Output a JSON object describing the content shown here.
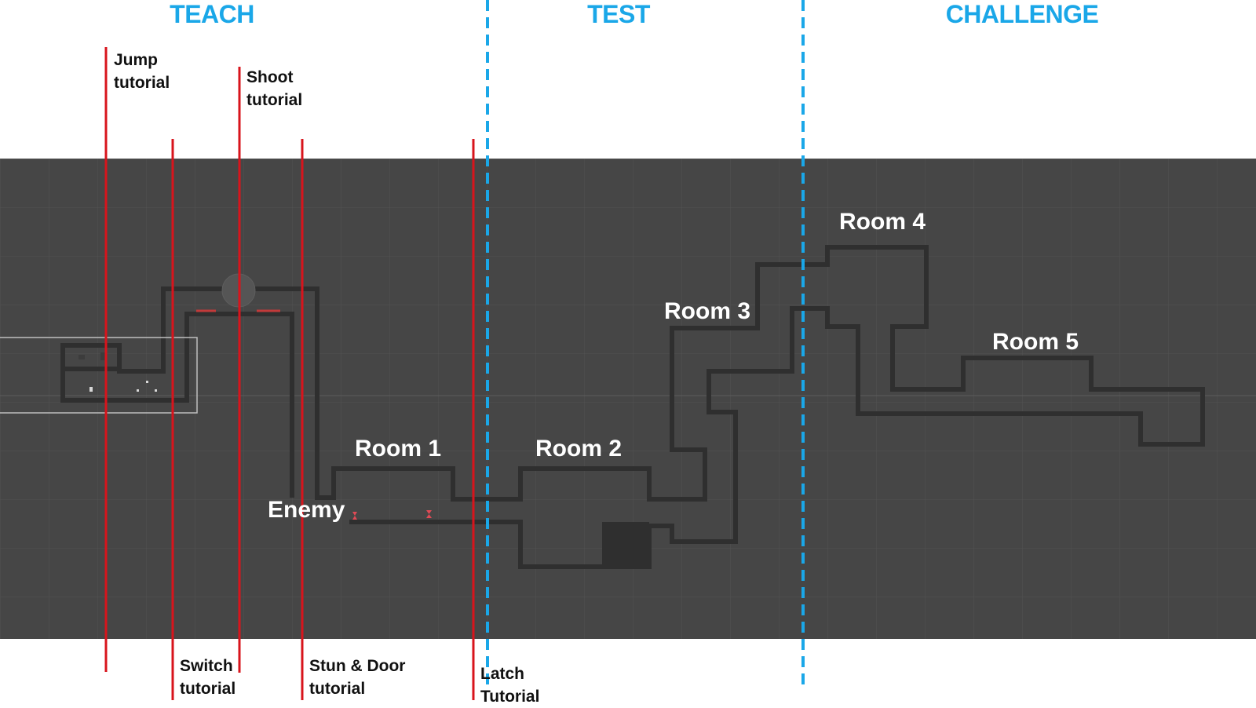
{
  "sections": [
    {
      "id": "teach",
      "label": "TEACH"
    },
    {
      "id": "test",
      "label": "TEST"
    },
    {
      "id": "challenge",
      "label": "CHALLENGE"
    }
  ],
  "tutorials": [
    {
      "id": "jump",
      "line1": "Jump",
      "line2": "tutorial"
    },
    {
      "id": "shoot",
      "line1": "Shoot",
      "line2": "tutorial"
    },
    {
      "id": "switch",
      "line1": "Switch",
      "line2": "tutorial"
    },
    {
      "id": "stun-door",
      "line1": "Stun & Door",
      "line2": "tutorial"
    },
    {
      "id": "latch",
      "line1": "Latch",
      "line2": "Tutorial"
    }
  ],
  "rooms": [
    {
      "id": "room-1",
      "label": "Room 1"
    },
    {
      "id": "room-2",
      "label": "Room 2"
    },
    {
      "id": "room-3",
      "label": "Room 3"
    },
    {
      "id": "room-4",
      "label": "Room 4"
    },
    {
      "id": "room-5",
      "label": "Room 5"
    }
  ],
  "enemy_label": "Enemy",
  "colors": {
    "section_title": "#1aa7e8",
    "section_divider": "#1aa7e8",
    "tutorial_marker": "#d8141c",
    "canvas_bg": "#464646",
    "grid": "#525252",
    "level_path": "#2f2f2f",
    "room_label": "#ffffff"
  }
}
